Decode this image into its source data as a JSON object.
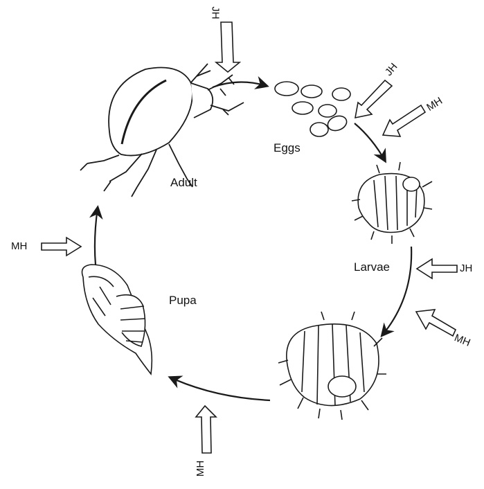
{
  "stages": {
    "adult": "Adult",
    "eggs": "Eggs",
    "larvae": "Larvae",
    "pupa": "Pupa"
  },
  "hormones": {
    "top": "JH",
    "eggs_upper": "JH",
    "eggs_lower": "MH",
    "larvae_upper": "JH",
    "larvae_lower": "MH",
    "bottom": "MH",
    "left": "MH"
  },
  "colors": {
    "ink": "#1a1a1a",
    "background": "#ffffff"
  }
}
